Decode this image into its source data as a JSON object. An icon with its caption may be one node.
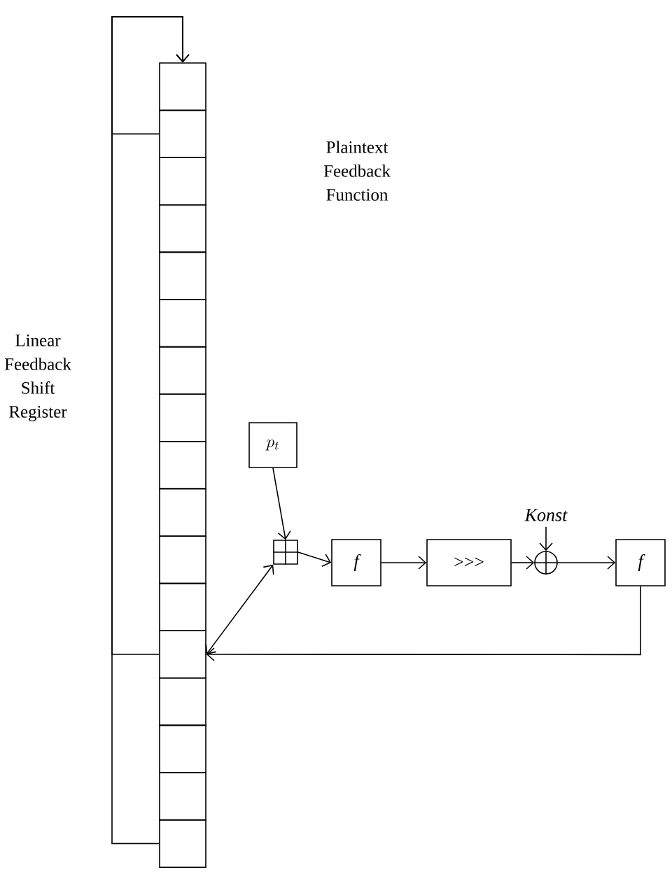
{
  "diagram": {
    "nodes": [
      {
        "text": [],
        "shape": "box"
      },
      {
        "text": [],
        "shape": "box"
      },
      {
        "text": [],
        "shape": "box"
      },
      {
        "text": [],
        "shape": "box"
      },
      {
        "text": [],
        "shape": "box"
      },
      {
        "text": [],
        "shape": "box"
      },
      {
        "text": [],
        "shape": "box"
      },
      {
        "text": [],
        "shape": "box"
      },
      {
        "text": [],
        "shape": "box"
      },
      {
        "text": [],
        "shape": "box"
      },
      {
        "text": [],
        "shape": "box"
      },
      {
        "text": [],
        "shape": "box"
      },
      {
        "text": [],
        "shape": "box"
      },
      {
        "text": [],
        "shape": "box"
      },
      {
        "text": [],
        "shape": "box"
      },
      {
        "text": [],
        "shape": "box"
      },
      {
        "text": [],
        "shape": "box"
      },
      {
        "text": [
          "p_t"
        ]
      },
      {
        "text": [],
        "shape": "box"
      },
      {
        "text": [
          "f"
        ]
      },
      {
        "text": [
          ">>>"
        ]
      },
      {
        "text": [
          "Konst"
        ]
      },
      {
        "text": [],
        "shape": "circle"
      },
      {
        "text": [
          "f"
        ]
      }
    ],
    "edges": [
      {
        "from": 1,
        "to": 0,
        "arrow": "to"
      },
      {
        "from": 12,
        "to": 0,
        "arrow": "to"
      },
      {
        "from": 16,
        "to": 0,
        "arrow": "to"
      },
      {
        "from": 17,
        "to": 18,
        "arrow": "to"
      },
      {
        "from": 18,
        "to": 19,
        "arrow": "to"
      },
      {
        "from": 19,
        "to": 20,
        "arrow": "to"
      },
      {
        "from": 20,
        "to": 22,
        "arrow": "to"
      },
      {
        "from": 21,
        "to": 22,
        "arrow": "to"
      },
      {
        "from": 22,
        "to": 23,
        "arrow": "to"
      },
      {
        "from": 23,
        "to": 12,
        "arrow": "to"
      },
      {
        "from": 12,
        "to": 18,
        "arrow": "both"
      }
    ],
    "labels": [
      "Linear Feedback Shift Register",
      "Plaintext Feedback Function"
    ]
  }
}
